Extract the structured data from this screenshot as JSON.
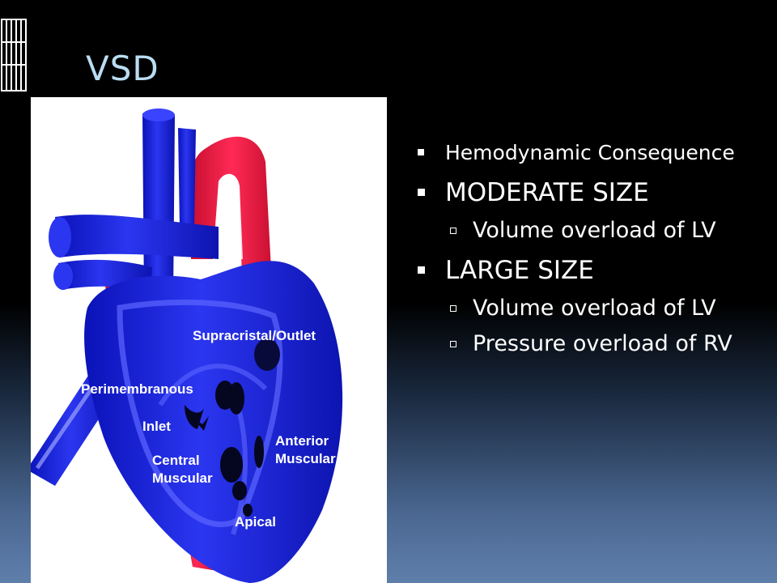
{
  "slide": {
    "title": "VSD",
    "bullets": [
      {
        "level": 1,
        "size": "small",
        "text": "Hemodynamic Consequence"
      },
      {
        "level": 1,
        "size": "big",
        "text": "MODERATE SIZE"
      },
      {
        "level": 2,
        "text": "Volume overload of LV"
      },
      {
        "level": 1,
        "size": "big",
        "text": "LARGE SIZE"
      },
      {
        "level": 2,
        "text": "Volume overload of LV"
      },
      {
        "level": 2,
        "text": "Pressure overload of RV"
      }
    ]
  },
  "figure": {
    "labels": {
      "supracristal": "Supracristal/Outlet",
      "perimembranous": "Perimembranous",
      "inlet": "Inlet",
      "central_line1": "Central",
      "central_line2": "Muscular",
      "anterior_line1": "Anterior",
      "anterior_line2": "Muscular",
      "apical": "Apical"
    }
  },
  "colors": {
    "title": "#b9ddf2",
    "heart_blue": "#1a1fd8",
    "vessel_red": "#e5163d",
    "background_bottom": "#5f7fab"
  }
}
